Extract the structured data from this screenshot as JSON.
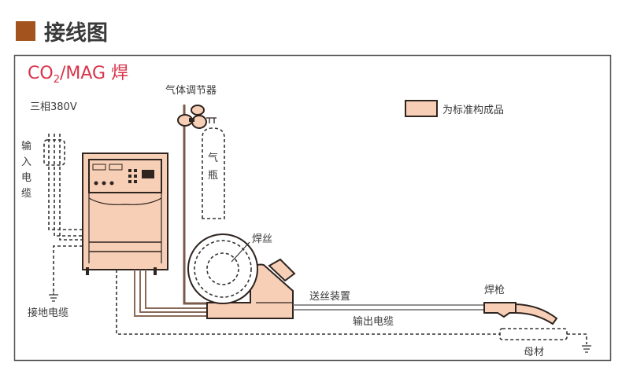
{
  "title": "接线图",
  "subtitle": {
    "main": "CO",
    "sub": "2",
    "rest": "/MAG 焊"
  },
  "labels": {
    "power": "三相380V",
    "input_cable": [
      "输",
      "入",
      "电",
      "缆"
    ],
    "gas_regulator": "气体调节器",
    "gas_bottle": [
      "气",
      "瓶"
    ],
    "ground_cable": "接地电缆",
    "wire": "焊丝",
    "wire_feeder": "送丝装置",
    "torch": "焊枪",
    "output_cable": "输出电缆",
    "base_metal": "母材"
  },
  "legend": {
    "label": "为标准构成品",
    "color": "#f7cfb6"
  },
  "colors": {
    "title_square": "#a3531e",
    "subtitle": "#d8334a"
  }
}
